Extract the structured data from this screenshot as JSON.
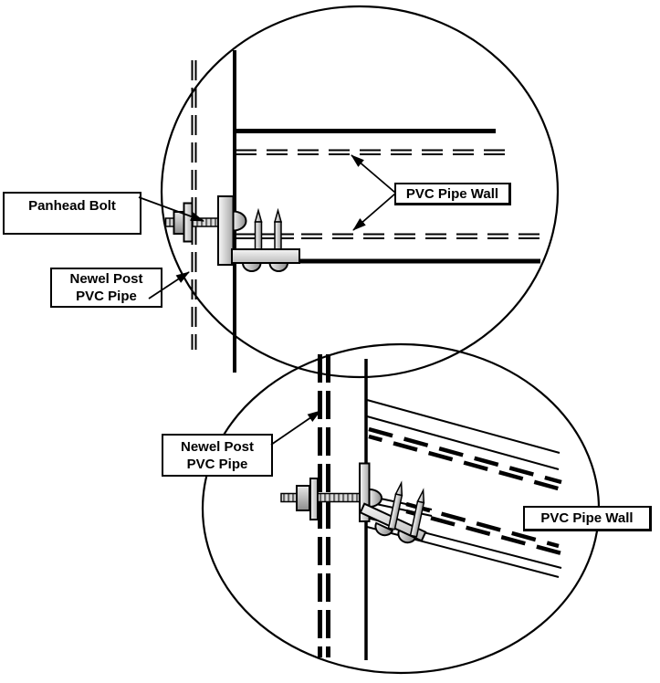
{
  "diagram": {
    "background_color": "#ffffff",
    "line_color": "#000000",
    "metal_light": "#f2f2f2",
    "metal_dark": "#8f8f8f",
    "top_detail": {
      "panhead_bolt_label": "Panhead Bolt",
      "newel_post_label": {
        "line1": "Newel Post",
        "line2": "PVC Pipe"
      },
      "pvc_pipe_wall_label": "PVC Pipe Wall"
    },
    "bottom_detail": {
      "newel_post_label": {
        "line1": "Newel Post",
        "line2": "PVC Pipe"
      },
      "pvc_pipe_wall_label": "PVC Pipe Wall"
    }
  }
}
